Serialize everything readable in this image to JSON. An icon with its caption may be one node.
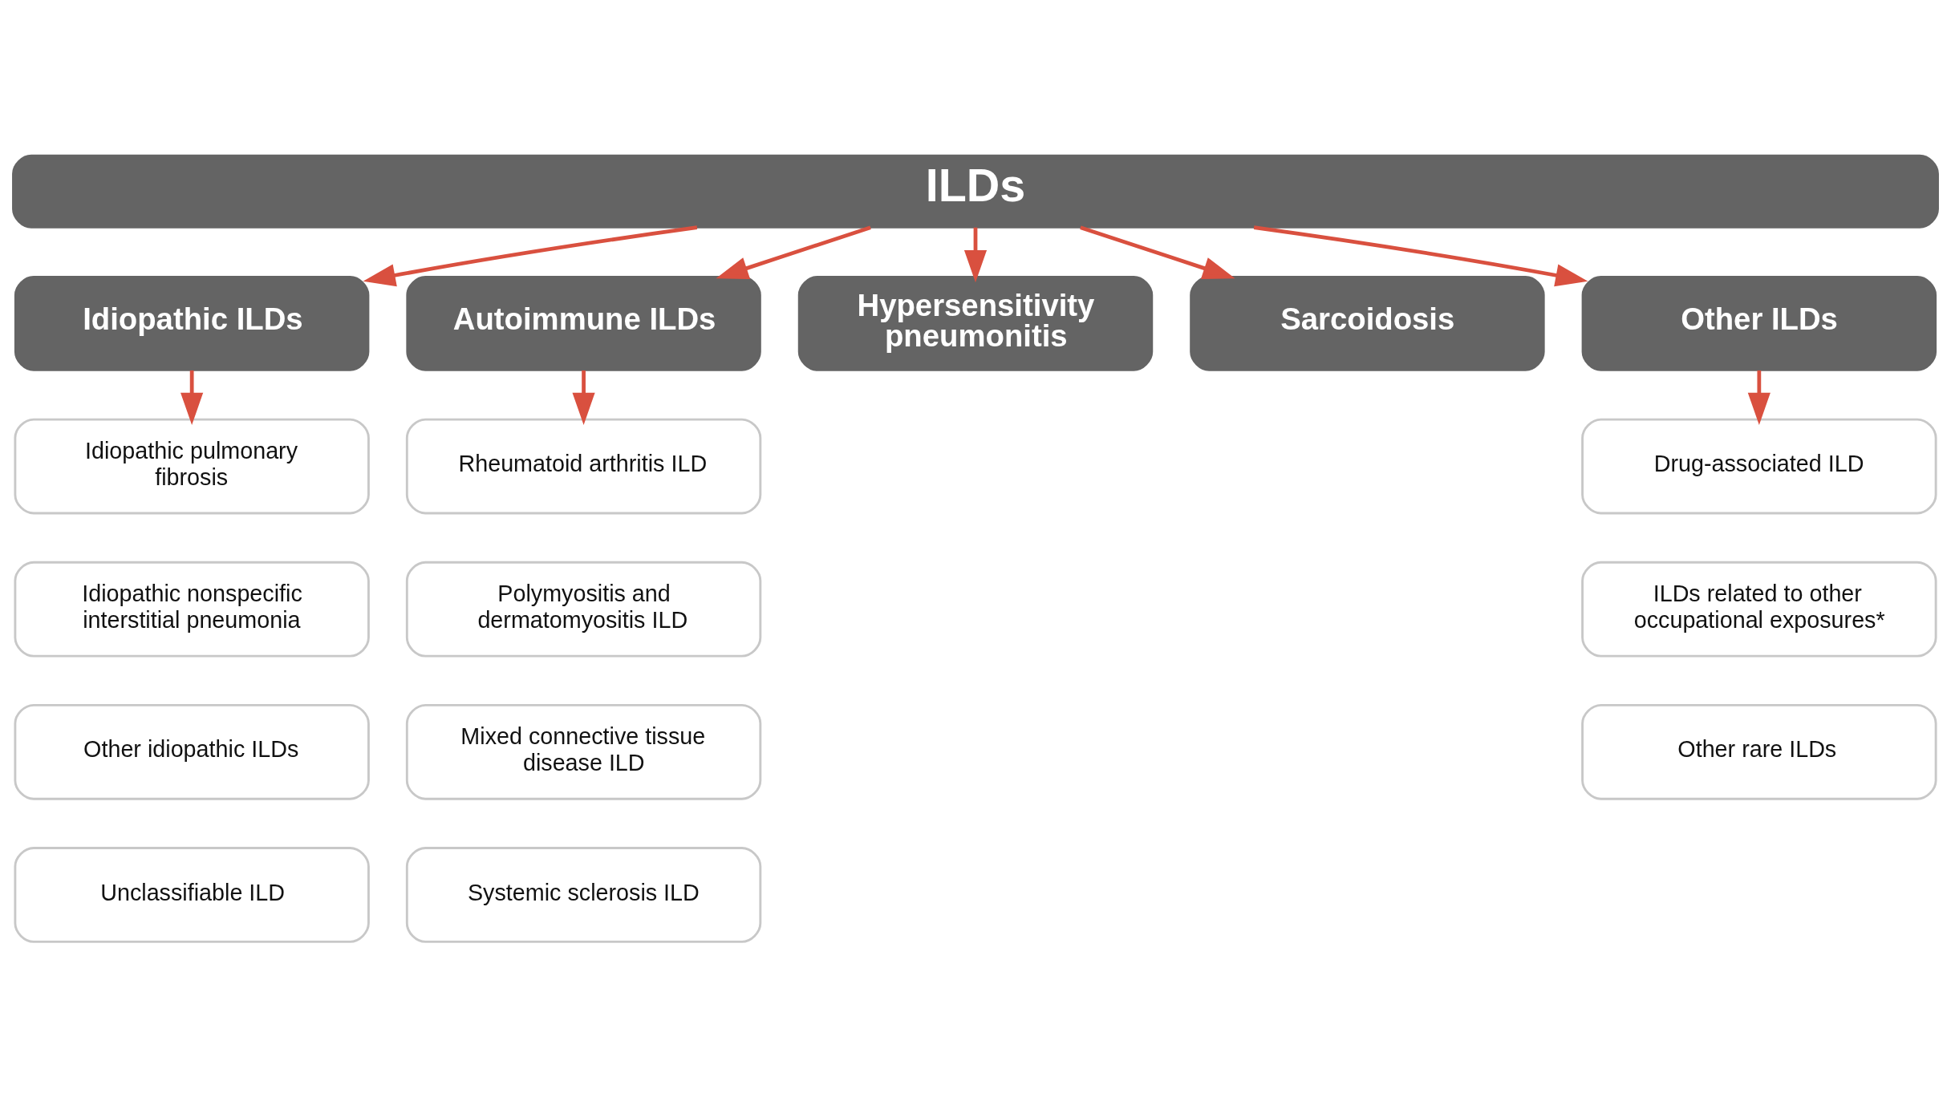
{
  "diagram": {
    "nodes": [
      {
        "text": [
          "ILDs"
        ]
      },
      {
        "text": [
          "Idiopathic ILDs"
        ]
      },
      {
        "text": [
          "Autoimmune ILDs"
        ]
      },
      {
        "text": [
          "Hypersensitivity pneumonitis"
        ]
      },
      {
        "text": [
          "Sarcoidosis"
        ]
      },
      {
        "text": [
          "Other ILDs"
        ]
      },
      {
        "text": [
          "Idiopathic pulmonary fibrosis"
        ]
      },
      {
        "text": [
          "Idiopathic nonspecific interstitial pneumonia"
        ]
      },
      {
        "text": [
          "Other idiopathic ILDs"
        ]
      },
      {
        "text": [
          "Unclassifiable ILD"
        ]
      },
      {
        "text": [
          "Rheumatoid arthritis ILD"
        ]
      },
      {
        "text": [
          "Polymyositis and dermatomyositis ILD"
        ]
      },
      {
        "text": [
          "Mixed connective tissue disease ILD"
        ]
      },
      {
        "text": [
          "Systemic sclerosis ILD"
        ]
      },
      {
        "text": [
          "Drug-associated ILD"
        ]
      },
      {
        "text": [
          "ILDs related to other occupational exposures*"
        ]
      },
      {
        "text": [
          "Other rare ILDs"
        ]
      }
    ],
    "edges": [
      {
        "from": 0,
        "to": 1,
        "arrow": "to"
      },
      {
        "from": 0,
        "to": 2,
        "arrow": "to"
      },
      {
        "from": 0,
        "to": 3,
        "arrow": "to"
      },
      {
        "from": 0,
        "to": 4,
        "arrow": "to"
      },
      {
        "from": 0,
        "to": 5,
        "arrow": "to"
      },
      {
        "from": 1,
        "to": 6,
        "arrow": "to"
      },
      {
        "from": 2,
        "to": 10,
        "arrow": "to"
      },
      {
        "from": 5,
        "to": 14,
        "arrow": "to"
      }
    ]
  }
}
